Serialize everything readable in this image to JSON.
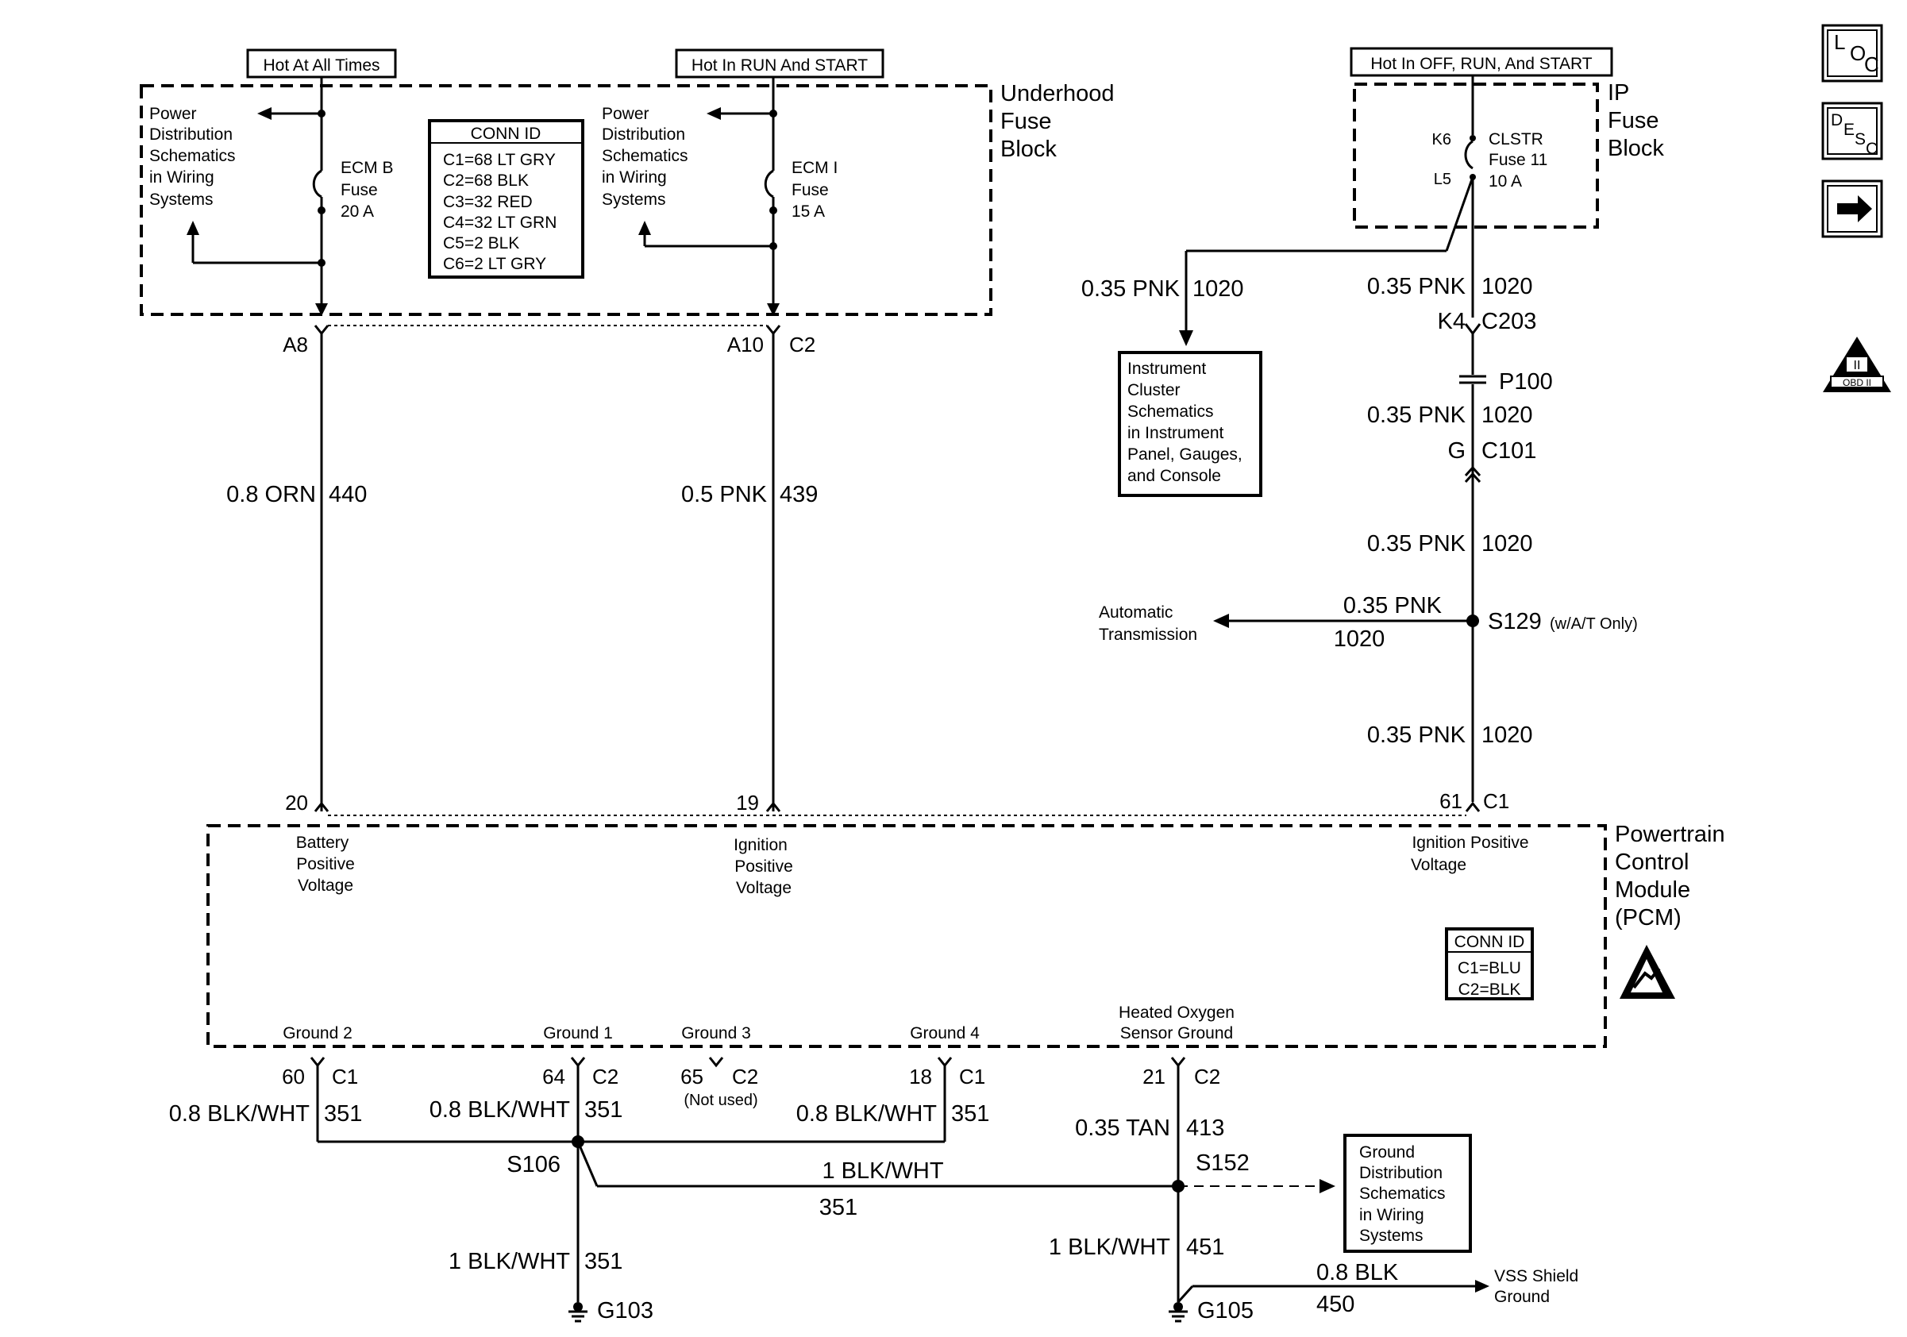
{
  "header_labels": {
    "hot_always": "Hot At All Times",
    "hot_run_start": "Hot In RUN And START",
    "hot_off_run_start": "Hot In OFF, RUN, And START"
  },
  "underhood_block": {
    "title": [
      "Underhood",
      "Fuse",
      "Block"
    ],
    "power_dist_left": [
      "Power",
      "Distribution",
      "Schematics",
      "in Wiring",
      "Systems"
    ],
    "power_dist_mid": [
      "Power",
      "Distribution",
      "Schematics",
      "in Wiring",
      "Systems"
    ],
    "fuse_ecm_b": [
      "ECM B",
      "Fuse",
      "20 A"
    ],
    "fuse_ecm_i": [
      "ECM I",
      "Fuse",
      "15 A"
    ],
    "conn_id_title": "CONN ID",
    "conn_id_items": [
      "C1=68 LT GRY",
      "C2=68 BLK",
      "C3=32 RED",
      "C4=32 LT GRN",
      "C5=2 BLK",
      "C6=2 LT GRY"
    ]
  },
  "ip_block": {
    "title": [
      "IP",
      "Fuse",
      "Block"
    ],
    "pin_k6": "K6",
    "pin_l5": "L5",
    "fuse": [
      "CLSTR",
      "Fuse 11",
      "10 A"
    ]
  },
  "wires": {
    "a8": "A8",
    "a10": "A10",
    "c2_top": "C2",
    "w440_color": "0.8 ORN",
    "w440_circuit": "440",
    "w439_color": "0.5 PNK",
    "w439_circuit": "439",
    "pin_20": "20",
    "pin_19": "19",
    "pin_61": "61",
    "c1_pcm": "C1",
    "ic_branch_color": "0.35 PNK",
    "ic_branch_circuit": "1020",
    "w1020_a_color": "0.35 PNK",
    "w1020_a_circuit": "1020",
    "k4": "K4",
    "c203": "C203",
    "p100": "P100",
    "w1020_b_color": "0.35 PNK",
    "w1020_b_circuit": "1020",
    "g": "G",
    "c101": "C101",
    "w1020_c_color": "0.35 PNK",
    "w1020_c_circuit": "1020",
    "s129_color": "0.35 PNK",
    "s129_circuit": "1020",
    "s129": "S129",
    "s129_note": "(w/A/T Only)",
    "auto_trans": [
      "Automatic",
      "Transmission"
    ],
    "w1020_d_color": "0.35 PNK",
    "w1020_d_circuit": "1020"
  },
  "instrument_cluster_box": [
    "Instrument",
    "Cluster",
    "Schematics",
    "in Instrument",
    "Panel, Gauges,",
    "and Console"
  ],
  "pcm": {
    "title": [
      "Powertrain",
      "Control",
      "Module",
      "(PCM)"
    ],
    "battery_voltage": [
      "Battery",
      "Positive",
      "Voltage"
    ],
    "ignition_voltage": [
      "Ignition",
      "Positive",
      "Voltage"
    ],
    "ignition_voltage_right": [
      "Ignition Positive",
      "Voltage"
    ],
    "conn_id_title": "CONN ID",
    "conn_id_items": [
      "C1=BLU",
      "C2=BLK"
    ],
    "ground2": "Ground 2",
    "ground1": "Ground 1",
    "ground3": "Ground 3",
    "ground4": "Ground 4",
    "ho2s_ground": [
      "Heated Oxygen",
      "Sensor Ground"
    ]
  },
  "grounds": {
    "pin60": "60",
    "c1_a": "C1",
    "pin64": "64",
    "c2_a": "C2",
    "pin65": "65",
    "c2_b": "C2",
    "not_used": "(Not used)",
    "pin18": "18",
    "c1_b": "C1",
    "pin21": "21",
    "c2_c": "C2",
    "g2_color": "0.8 BLK/WHT",
    "g2_circuit": "351",
    "g1_color": "0.8 BLK/WHT",
    "g1_circuit": "351",
    "g4_color": "0.8 BLK/WHT",
    "g4_circuit": "351",
    "ho2s_color": "0.35 TAN",
    "ho2s_circuit": "413",
    "s106": "S106",
    "s152": "S152",
    "link_color": "1 BLK/WHT",
    "link_circuit": "351",
    "g103_color": "1 BLK/WHT",
    "g103_circuit": "351",
    "g105_color": "1 BLK/WHT",
    "g105_circuit": "451",
    "vss_color": "0.8 BLK",
    "vss_circuit": "450",
    "vss_label": [
      "VSS Shield",
      "Ground"
    ],
    "g103": "G103",
    "g105": "G105",
    "ground_dist_box": [
      "Ground",
      "Distribution",
      "Schematics",
      "in Wiring",
      "Systems"
    ]
  },
  "side_icons": {
    "loc": [
      "L",
      "O",
      "C"
    ],
    "desc": [
      "D",
      "E",
      "S",
      "C"
    ],
    "next_arrow": "right-arrow-icon",
    "obd": [
      "II",
      "OBD II"
    ]
  }
}
